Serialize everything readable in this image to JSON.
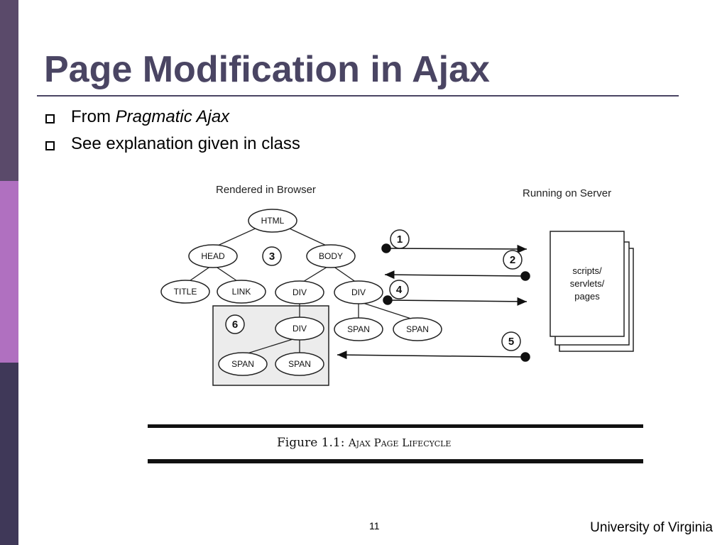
{
  "slide": {
    "title": "Page Modification in Ajax",
    "page_number": "11",
    "organization": "University of Virginia"
  },
  "bullets": [
    {
      "prefix": "From ",
      "emphasis": "Pragmatic Ajax"
    },
    {
      "prefix": "See explanation given in class",
      "emphasis": ""
    }
  ],
  "figure": {
    "browser_label": "Rendered in Browser",
    "server_label": "Running on Server",
    "server_box_lines": [
      "scripts/",
      "servlets/",
      "pages"
    ],
    "nodes": {
      "html": "HTML",
      "head": "HEAD",
      "body": "BODY",
      "title": "TITLE",
      "link": "LINK",
      "div1": "DIV",
      "div2": "DIV",
      "div3": "DIV",
      "span1": "SPAN",
      "span2": "SPAN",
      "span3": "SPAN",
      "span4": "SPAN"
    },
    "steps": [
      "1",
      "2",
      "3",
      "4",
      "5",
      "6"
    ],
    "caption_prefix": "Figure 1.1: ",
    "caption_text": "Ajax Page Lifecycle"
  }
}
